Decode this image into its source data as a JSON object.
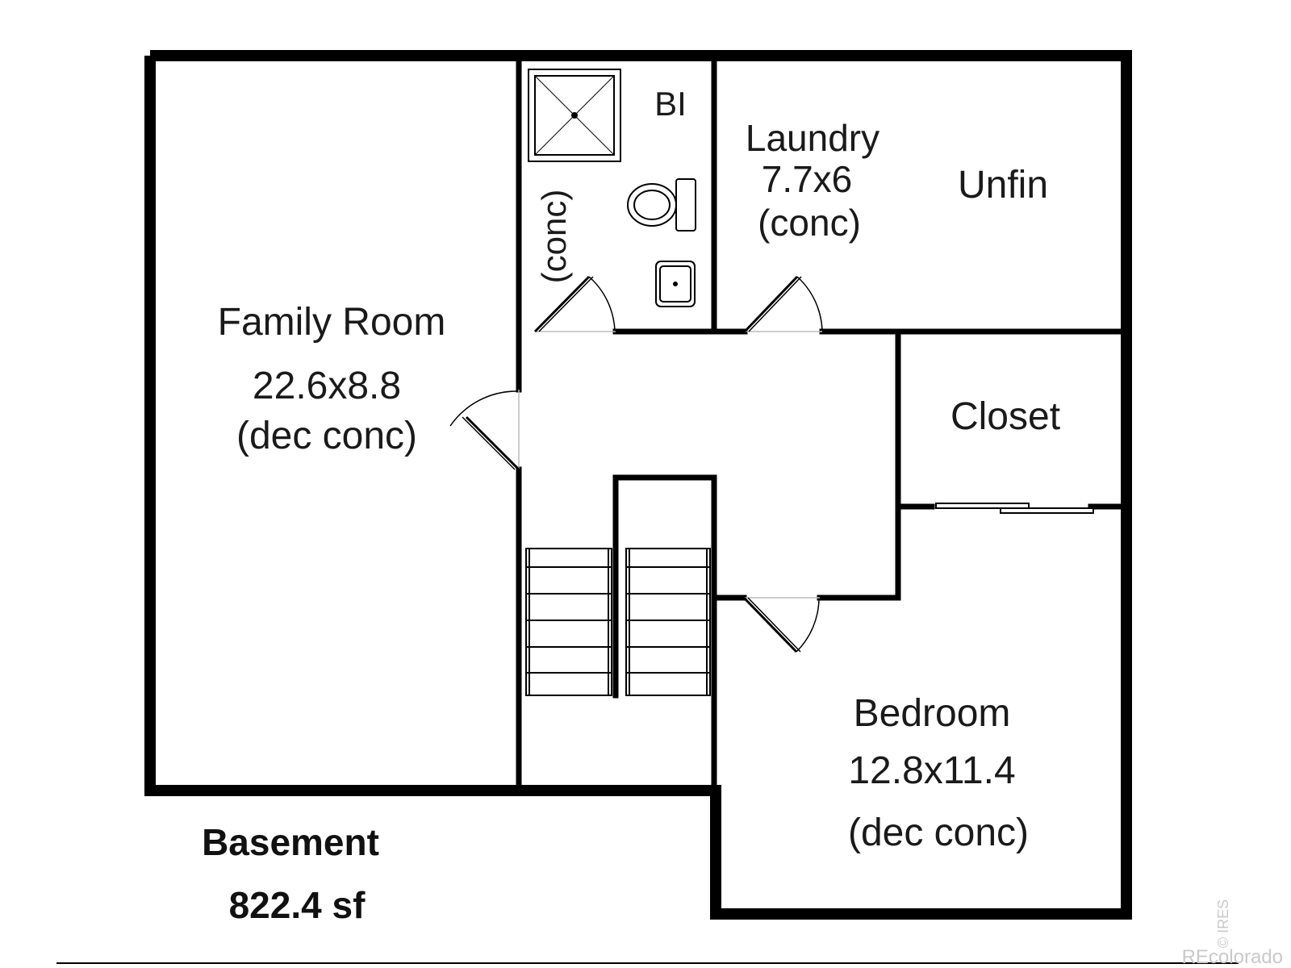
{
  "rooms": {
    "family_room": {
      "name": "Family Room",
      "size": "22.6x8.8",
      "floor": "(dec conc)"
    },
    "bath": {
      "name": "BI",
      "floor": "(conc)"
    },
    "laundry": {
      "name": "Laundry",
      "size": "7.7x6",
      "floor": "(conc)"
    },
    "unfinished": {
      "name": "Unfin"
    },
    "closet": {
      "name": "Closet"
    },
    "bedroom": {
      "name": "Bedroom",
      "size": "12.8x11.4",
      "floor": "(dec conc)"
    }
  },
  "caption": {
    "level": "Basement",
    "area": "822.4 sf"
  },
  "watermark": {
    "source": "REcolorado",
    "credit": "© IRES"
  },
  "colors": {
    "wall": "#000000",
    "background": "#ffffff",
    "text": "#1a1a1a",
    "watermark": "#c9c9c9"
  }
}
